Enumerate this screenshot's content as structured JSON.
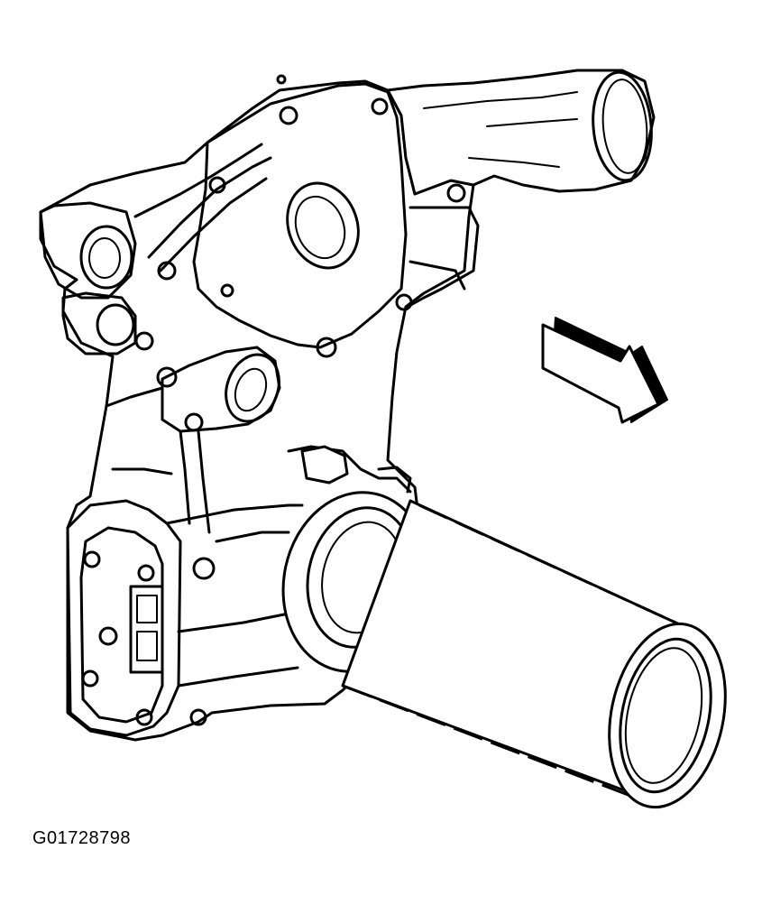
{
  "figure": {
    "id": "G01728798"
  },
  "parts": [
    "engine-front-cover",
    "water-outlet-neck",
    "crankshaft-oil-seal",
    "seal-installer-tool",
    "direction-arrow"
  ],
  "colors": {
    "line": "#000000",
    "background": "#ffffff"
  }
}
